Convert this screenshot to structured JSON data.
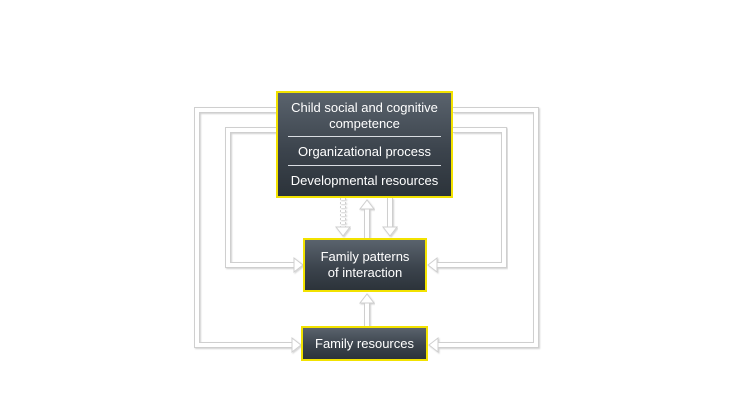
{
  "nodes": {
    "child": {
      "line1": "Child social and cognitive",
      "line2": "competence",
      "segment2": "Organizational process",
      "segment3": "Developmental resources"
    },
    "patterns": {
      "line1": "Family patterns",
      "line2": "of interaction"
    },
    "resources": {
      "label": "Family resources"
    }
  },
  "colors": {
    "box_border": "#f2e200",
    "box_fill": "#3c444d",
    "box_text": "#ffffff",
    "arrow_fill": "#ffffff",
    "arrow_outline": "#cccccc"
  }
}
